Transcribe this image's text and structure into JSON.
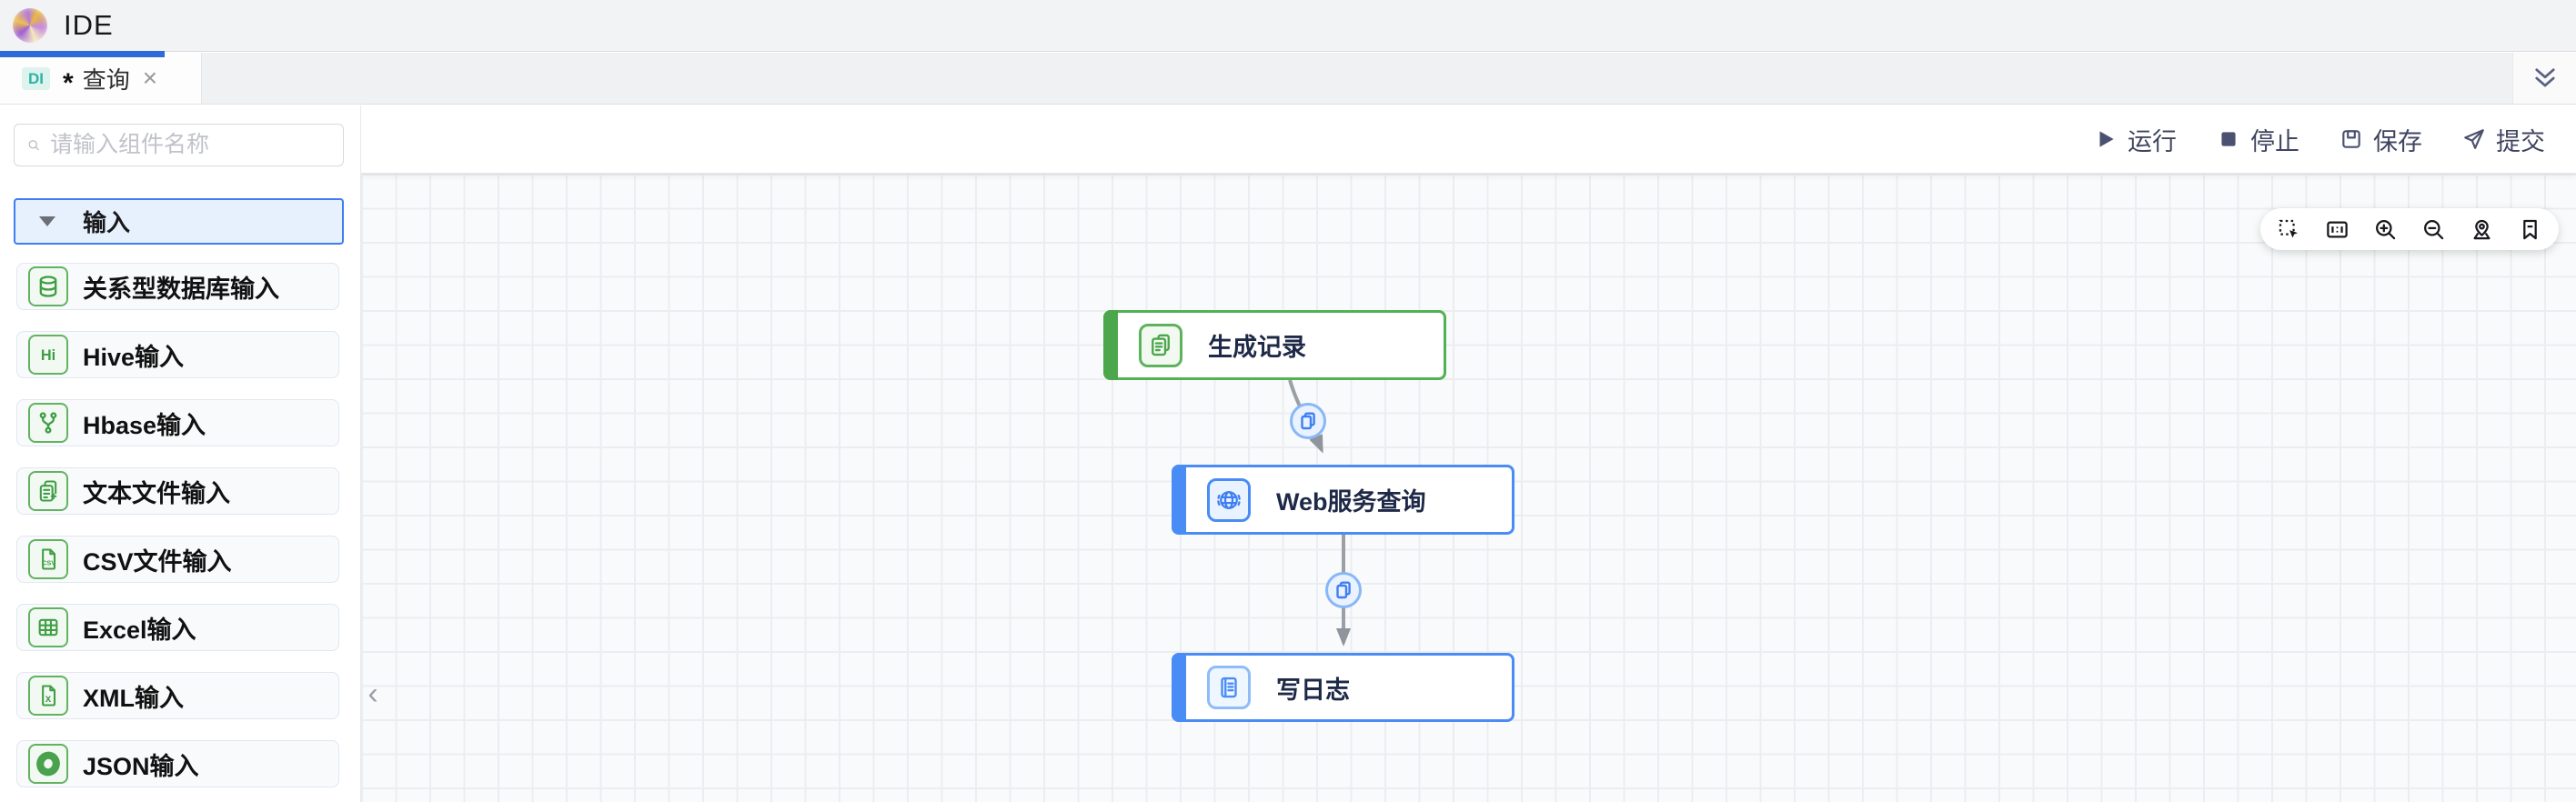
{
  "header": {
    "title": "IDE"
  },
  "tabbar": {
    "tab": {
      "badge": "DI",
      "dirty_marker": "*",
      "label": "查询",
      "close": "×"
    },
    "collapse_icon": "chevron-double-down"
  },
  "toolbar": {
    "run_label": "运行",
    "stop_label": "停止",
    "save_label": "保存",
    "submit_label": "提交"
  },
  "sidebar": {
    "search_placeholder": "请输入组件名称",
    "section": {
      "label": "输入",
      "state": "expanded"
    },
    "items": [
      {
        "label": "关系型数据库输入",
        "icon": "database-icon"
      },
      {
        "label": "Hive输入",
        "icon": "hive-icon",
        "icon_text": "Hi"
      },
      {
        "label": "Hbase输入",
        "icon": "branch-icon"
      },
      {
        "label": "文本文件输入",
        "icon": "text-file-icon"
      },
      {
        "label": "CSV文件输入",
        "icon": "csv-file-icon",
        "icon_text": "CSV"
      },
      {
        "label": "Excel输入",
        "icon": "table-grid-icon"
      },
      {
        "label": "XML输入",
        "icon": "xml-file-icon",
        "icon_text": "x"
      },
      {
        "label": "JSON输入",
        "icon": "json-donut-icon"
      }
    ]
  },
  "canvas": {
    "tools": [
      "marquee-select",
      "fit-view",
      "zoom-in",
      "zoom-out",
      "locate",
      "bookmark"
    ],
    "nodes": [
      {
        "label": "生成记录",
        "type": "generate-records",
        "status_color": "#52b152"
      },
      {
        "label": "Web服务查询",
        "type": "web-service-lookup",
        "status_color": "#4a8cf5"
      },
      {
        "label": "写日志",
        "type": "write-log",
        "status_color": "#4a8cf5"
      }
    ],
    "edges": [
      {
        "from": "生成记录",
        "to": "Web服务查询",
        "badge": "copy-icon"
      },
      {
        "from": "Web服务查询",
        "to": "写日志",
        "badge": "copy-icon"
      }
    ]
  },
  "colors": {
    "accent_blue": "#2e6bd8",
    "node_blue": "#4a8cf5",
    "node_green": "#52b152",
    "sidebar_green": "#3f9e44",
    "tab_badge_teal": "#2fb3a3",
    "toolbar_icon": "#4b5170",
    "edge_gray": "#9aa0a6"
  }
}
